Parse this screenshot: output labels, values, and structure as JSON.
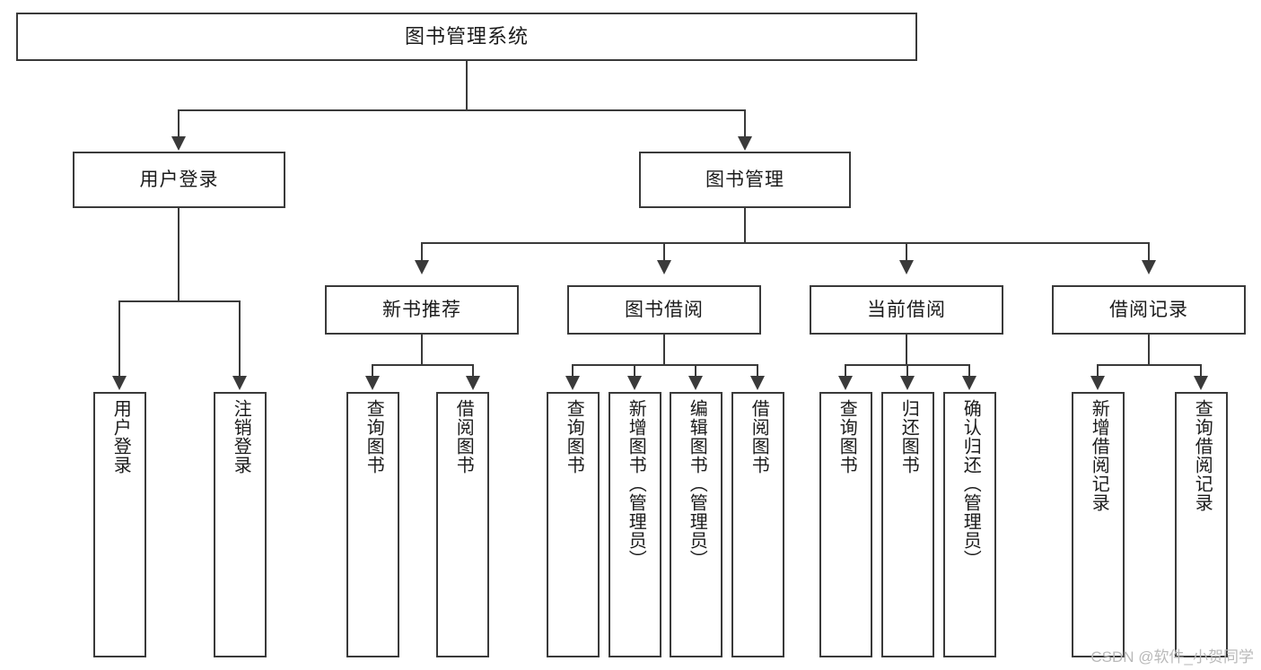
{
  "diagram": {
    "title": "图书管理系统",
    "type": "hierarchy-tree",
    "levels": 4,
    "colors": {
      "stroke": "#3a3a3a",
      "fill": "#ffffff",
      "text": "#1b1b1b",
      "watermark": "#b9b9b9"
    },
    "root": {
      "label": "图书管理系统"
    },
    "level2": [
      {
        "label": "用户登录"
      },
      {
        "label": "图书管理"
      }
    ],
    "level3": [
      {
        "label": "新书推荐"
      },
      {
        "label": "图书借阅"
      },
      {
        "label": "当前借阅"
      },
      {
        "label": "借阅记录"
      }
    ],
    "leaves": {
      "user_login": [
        {
          "label": "用户登录"
        },
        {
          "label": "注销登录"
        }
      ],
      "new_book_recommend": [
        {
          "label": "查询图书"
        },
        {
          "label": "借阅图书"
        }
      ],
      "book_borrow": [
        {
          "label": "查询图书"
        },
        {
          "label": "新增图书（管理员）"
        },
        {
          "label": "编辑图书（管理员）"
        },
        {
          "label": "借阅图书"
        }
      ],
      "current_borrow": [
        {
          "label": "查询图书"
        },
        {
          "label": "归还图书"
        },
        {
          "label": "确认归还（管理员）"
        }
      ],
      "borrow_record": [
        {
          "label": "新增借阅记录"
        },
        {
          "label": "查询借阅记录"
        }
      ]
    }
  },
  "watermark": {
    "text": "CSDN @软件_小贺同学"
  }
}
